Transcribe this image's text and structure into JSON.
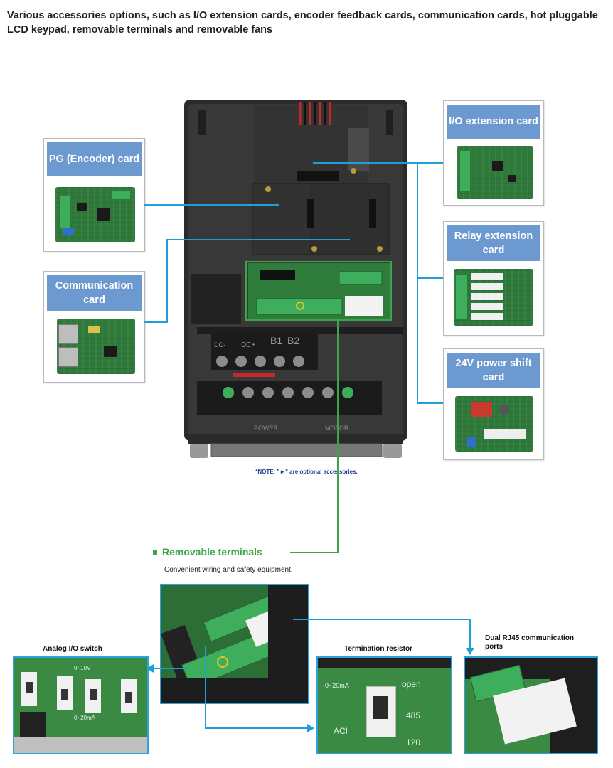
{
  "heading": "Various accessories options, such as I/O extension cards, encoder feedback cards, communication cards, hot pluggable LCD keypad, removable terminals and removable fans",
  "cards": {
    "pg": "PG (Encoder) card",
    "communication": "Communication card",
    "io_extension": "I/O extension card",
    "relay_extension": "Relay extension card",
    "power_shift": "24V power shift card"
  },
  "drive_labels": {
    "dc_minus": "DC-",
    "dc_plus": "DC+",
    "b1": "B1",
    "b2": "B2",
    "power": "POWER",
    "motor": "MOTOR"
  },
  "note": "*NOTE: \"►\" are optional accessories.",
  "removable_terminals": {
    "title": "Removable terminals",
    "description": "Convenient wiring and safety equipment."
  },
  "details": {
    "analog_io_switch": "Analog I/O switch",
    "termination_resistor": "Termination resistor",
    "dual_rj45": "Dual RJ45 communication ports"
  },
  "switch_labels": {
    "open": "open",
    "v485": "485",
    "v120": "120",
    "aci": "ACI",
    "ma": "0~20mA",
    "v10": "0~10V"
  },
  "colors": {
    "card_title_bg": "#6c9ad0",
    "leader_line": "#1f9fd9",
    "accent_green": "#3aa54a",
    "note_text": "#1c3e8a"
  }
}
